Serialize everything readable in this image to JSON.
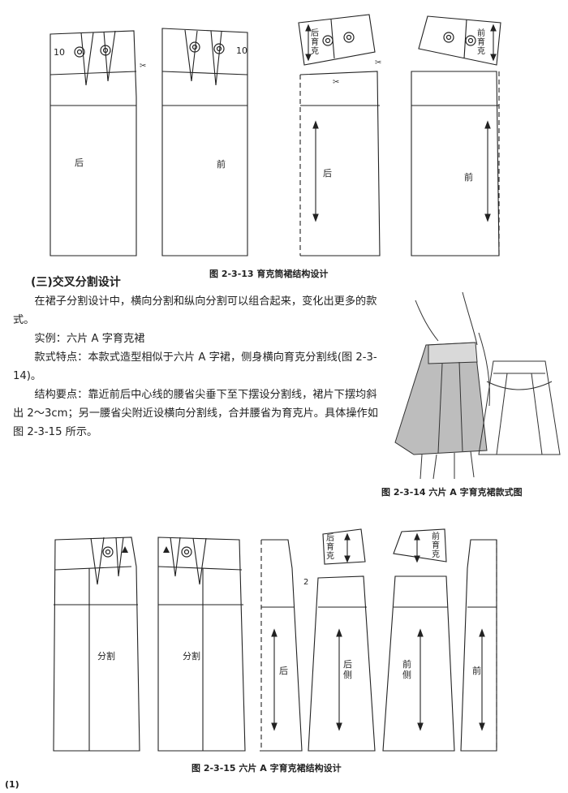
{
  "figure_13": {
    "caption": "图 2-3-13  育克筒裙结构设计",
    "labels": {
      "back": "后",
      "front": "前",
      "dart_10_left": "10",
      "dart_10_right": "10",
      "yoke_back": "后育克",
      "yoke_front": "前育克"
    }
  },
  "section": {
    "heading": "(三)交叉分割设计",
    "para1": "在裙子分割设计中，横向分割和纵向分割可以组合起来，变化出更多的款式。",
    "para2": "实例：六片 A 字育克裙",
    "para3": "款式特点：本款式造型相似于六片 A 字裙，侧身横向育克分割线(图 2-3-14)。",
    "para4": "结构要点：靠近前后中心线的腰省尖垂下至下摆设分割线，裙片下摆均斜出 2～3cm；另一腰省尖附近设横向分割线，合并腰省为育克片。具体操作如图 2-3-15 所示。"
  },
  "figure_14": {
    "caption": "图 2-3-14   六片 A 字育克裙款式图"
  },
  "figure_15": {
    "caption": "图 2-3-15   六片 A 字育克裙结构设计",
    "labels": {
      "split_left": "分割",
      "split_right": "分割",
      "back": "后",
      "back_side": "后侧",
      "front_side": "前侧",
      "front": "前",
      "yoke_back": "后育克",
      "yoke_front": "前育克",
      "num_2": "2"
    }
  },
  "footer_fragment": "(1)"
}
